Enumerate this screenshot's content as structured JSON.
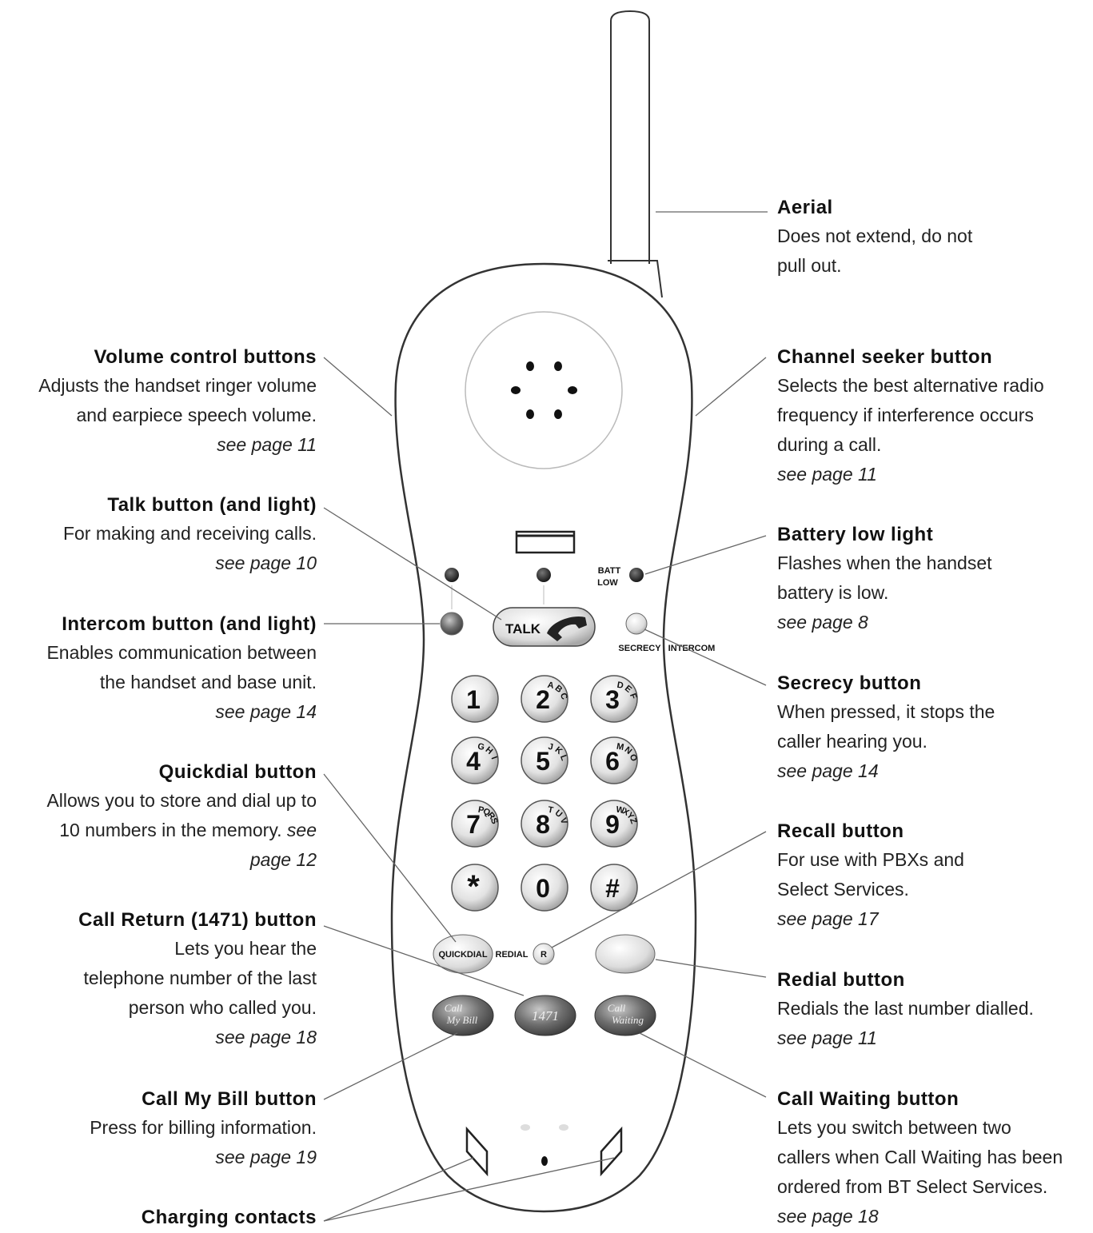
{
  "phone": {
    "batt_low": [
      "BATT",
      "LOW"
    ],
    "talk_label": "TALK",
    "secrecy_label": "SECRECY",
    "intercom_label": "INTERCOM",
    "quickdial_label": "QUICKDIAL",
    "redial_label": "REDIAL",
    "recall_label": "R",
    "call_my_bill_label": [
      "Call",
      "My Bill"
    ],
    "call_return_label": "1471",
    "call_waiting_label": [
      "Call",
      "Waiting"
    ],
    "keys": [
      {
        "digit": "1",
        "letters": ""
      },
      {
        "digit": "2",
        "letters": "ABC"
      },
      {
        "digit": "3",
        "letters": "DEF"
      },
      {
        "digit": "4",
        "letters": "GHI"
      },
      {
        "digit": "5",
        "letters": "JKL"
      },
      {
        "digit": "6",
        "letters": "MNO"
      },
      {
        "digit": "7",
        "letters": "PQRS"
      },
      {
        "digit": "8",
        "letters": "TUV"
      },
      {
        "digit": "9",
        "letters": "WXYZ"
      },
      {
        "digit": "*",
        "letters": ""
      },
      {
        "digit": "0",
        "letters": ""
      },
      {
        "digit": "#",
        "letters": ""
      }
    ]
  },
  "callouts": {
    "aerial": {
      "title": "Aerial",
      "lines": [
        "Does not extend, do not",
        "pull out."
      ]
    },
    "channel_seeker": {
      "title": "Channel seeker button",
      "lines": [
        "Selects the best alternative radio",
        "frequency if interference occurs",
        "during a call."
      ],
      "page": "see page 11"
    },
    "battery_low": {
      "title": "Battery low light",
      "lines": [
        "Flashes when the handset",
        "battery is low."
      ],
      "page": "see page 8"
    },
    "secrecy": {
      "title": "Secrecy button",
      "lines": [
        "When pressed, it stops the",
        "caller hearing you."
      ],
      "page": "see page 14"
    },
    "recall": {
      "title": "Recall button",
      "lines": [
        "For use with PBXs and",
        "Select Services."
      ],
      "page": "see page 17"
    },
    "redial": {
      "title": "Redial button",
      "lines": [
        "Redials the last number dialled."
      ],
      "page": "see page 11"
    },
    "call_waiting": {
      "title": "Call Waiting button",
      "lines": [
        "Lets you switch between two",
        "callers when Call Waiting has been",
        "ordered from BT Select Services."
      ],
      "page": "see page 18"
    },
    "volume": {
      "title": "Volume control buttons",
      "lines": [
        "Adjusts the handset ringer volume",
        "and earpiece speech volume."
      ],
      "page": "see page 11"
    },
    "talk": {
      "title": "Talk button (and light)",
      "lines": [
        "For making and receiving calls."
      ],
      "page": "see page 10"
    },
    "intercom": {
      "title": "Intercom button (and light)",
      "lines": [
        "Enables communication between",
        "the handset and base unit."
      ],
      "page": "see page 14"
    },
    "quickdial": {
      "title": "Quickdial button",
      "lines": [
        "Allows you to store and dial up to"
      ],
      "line2": "10 numbers in the memory.",
      "line2_italic": " see",
      "page": "page 12"
    },
    "call_return": {
      "title": "Call Return (1471) button",
      "lines": [
        "Lets you hear the",
        "telephone number of the last",
        "person who called you."
      ],
      "page": "see page 18"
    },
    "call_my_bill": {
      "title": "Call My Bill button",
      "lines": [
        "Press for billing information."
      ],
      "page": "see page 19"
    },
    "charging": {
      "title": "Charging contacts"
    }
  }
}
